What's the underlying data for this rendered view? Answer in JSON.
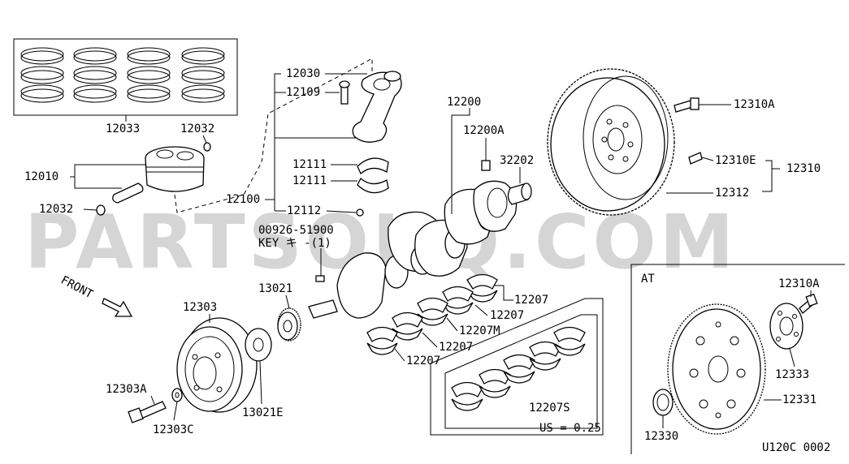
{
  "labels": {
    "p12033": "12033",
    "p12032a": "12032",
    "p12010": "12010",
    "p12032b": "12032",
    "p12030": "12030",
    "p12109": "12109",
    "p12111a": "12111",
    "p12111b": "12111",
    "p12100": "12100",
    "p12112": "12112",
    "p00926": "00926-51900",
    "key": "KEY キ -(1)",
    "p12200": "12200",
    "p12200A": "12200A",
    "p32202": "32202",
    "p12310A": "12310A",
    "p12310E": "12310E",
    "p12310": "12310",
    "p12312": "12312",
    "p13021": "13021",
    "p12303": "12303",
    "p12303A": "12303A",
    "p12303C": "12303C",
    "p13021E": "13021E",
    "p12207a": "12207",
    "p12207b": "12207",
    "p12207M": "12207M",
    "p12207c": "12207",
    "p12207d": "12207",
    "p12207S": "12207S",
    "us": "US = 0.25",
    "front": "FRONT",
    "at": "AT",
    "p12310A_at": "12310A",
    "p12333": "12333",
    "p12331": "12331",
    "p12330": "12330",
    "code": "U120C 0002"
  },
  "watermark": "PARTSOUQ.COM"
}
